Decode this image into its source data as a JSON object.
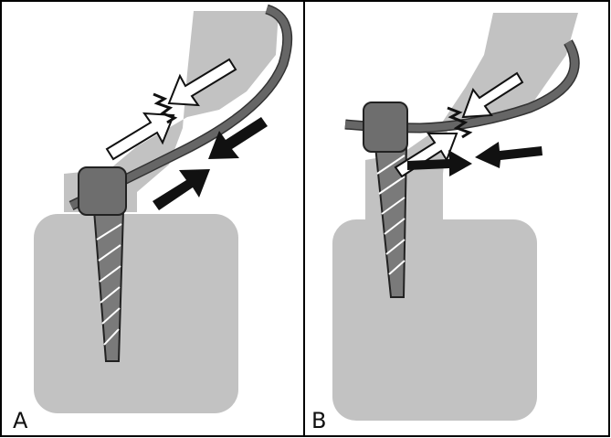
{
  "panels": [
    {
      "id": "A",
      "label": "A"
    },
    {
      "id": "B",
      "label": "B"
    }
  ],
  "colors": {
    "background": "#ffffff",
    "frame": "#000000",
    "tissue": "#c0c0c0",
    "tissue_dark": "#b8b8b8",
    "wire": "#5a5a5a",
    "bracket": "#6e6e6e",
    "screw": "#7b7b7b",
    "arrow_white": "#ffffff",
    "arrow_black": "#111111",
    "thread": "#ffffff"
  },
  "icons": {
    "arrow_white": "white-force-arrow-icon",
    "arrow_black": "black-force-arrow-icon",
    "contact": "lightning-contact-icon"
  }
}
